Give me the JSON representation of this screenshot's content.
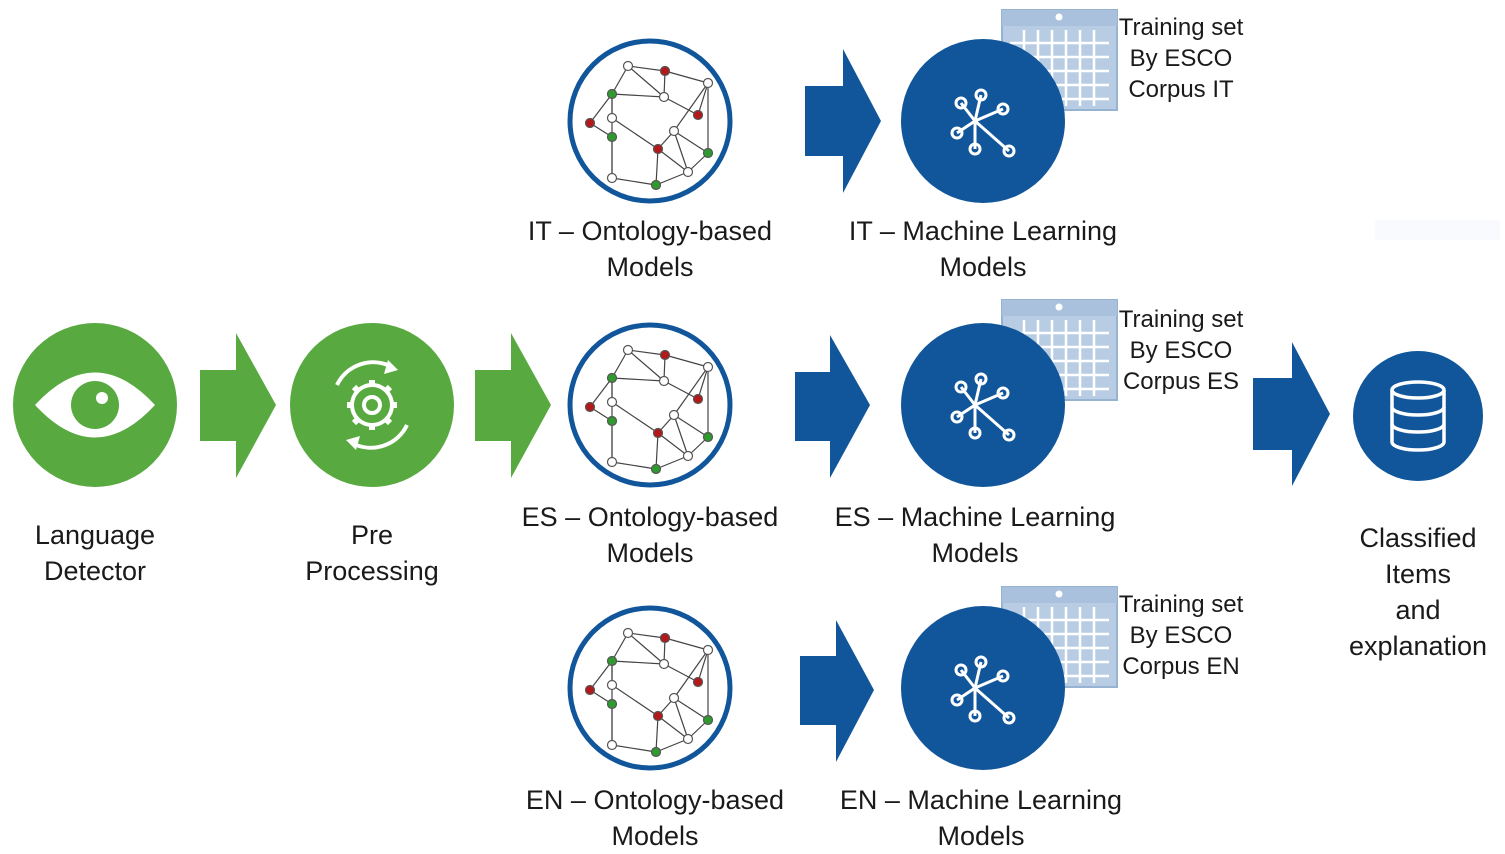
{
  "colors": {
    "green": "#58a93f",
    "blue": "#11569a",
    "calendar": "#b8cde4",
    "node_red": "#b3181a",
    "node_green": "#2f9b2f"
  },
  "steps": {
    "language_detector": {
      "icon": "eye-icon",
      "lines": [
        "Language",
        "Detector"
      ]
    },
    "pre_processing": {
      "icon": "gear-cycle-icon",
      "lines": [
        "Pre",
        "Processing"
      ]
    },
    "output": {
      "icon": "database-icon",
      "lines": [
        "Classified",
        "Items",
        "and",
        "explanation"
      ]
    }
  },
  "branches": [
    {
      "ontology_lines": [
        "IT – Ontology-based",
        "Models"
      ],
      "ml_lines": [
        "IT – Machine Learning",
        "Models"
      ],
      "training_lines": [
        "Training set",
        "By ESCO",
        "Corpus IT"
      ]
    },
    {
      "ontology_lines": [
        "ES – Ontology-based",
        "Models"
      ],
      "ml_lines": [
        "ES – Machine Learning",
        "Models"
      ],
      "training_lines": [
        "Training set",
        "By ESCO",
        "Corpus ES"
      ]
    },
    {
      "ontology_lines": [
        "EN – Ontology-based",
        "Models"
      ],
      "ml_lines": [
        "EN – Machine Learning",
        "Models"
      ],
      "training_lines": [
        "Training set",
        "By ESCO",
        "Corpus EN"
      ]
    }
  ]
}
